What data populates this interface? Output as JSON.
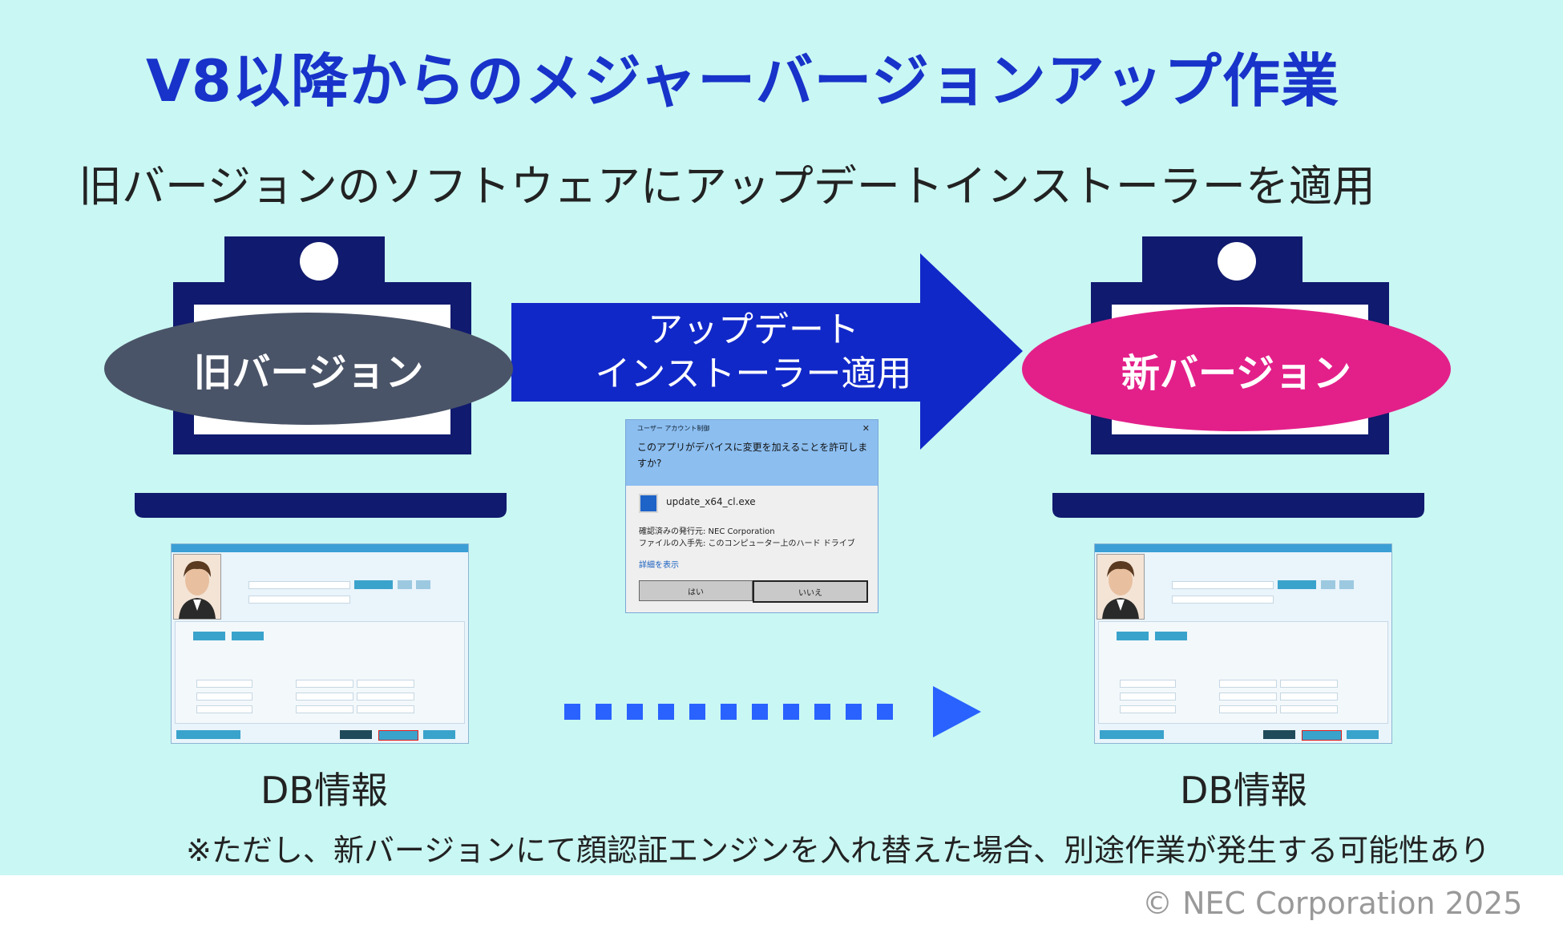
{
  "title": "V8以降からのメジャーバージョンアップ作業",
  "subtitle": "旧バージョンのソフトウェアにアップデートインストーラーを適用",
  "old_version_label": "旧バージョン",
  "new_version_label": "新バージョン",
  "arrow": {
    "line1": "アップデート",
    "line2": "インストーラー適用"
  },
  "uac_dialog": {
    "caption": "ユーザー アカウント制御",
    "question": "このアプリがデバイスに変更を加えることを許可しますか?",
    "file_name": "update_x64_cl.exe",
    "publisher": "確認済みの発行元: NEC Corporation",
    "origin": "ファイルの入手先: このコンピューター上のハード ドライブ",
    "details_link": "詳細を表示",
    "yes_label": "はい",
    "no_label": "いいえ"
  },
  "db_label_left": "DB情報",
  "db_label_right": "DB情報",
  "footnote": "※ただし、新バージョンにて顔認証エンジンを入れ替えた場合、別途作業が発生する可能性あり",
  "copyright": "© NEC Corporation 2025",
  "colors": {
    "background": "#c9f7f3",
    "title": "#1833c9",
    "laptop": "#101a6e",
    "arrow": "#1128c8",
    "old_ellipse": "#4a5468",
    "new_ellipse": "#e3208a",
    "dots": "#2962ff"
  }
}
